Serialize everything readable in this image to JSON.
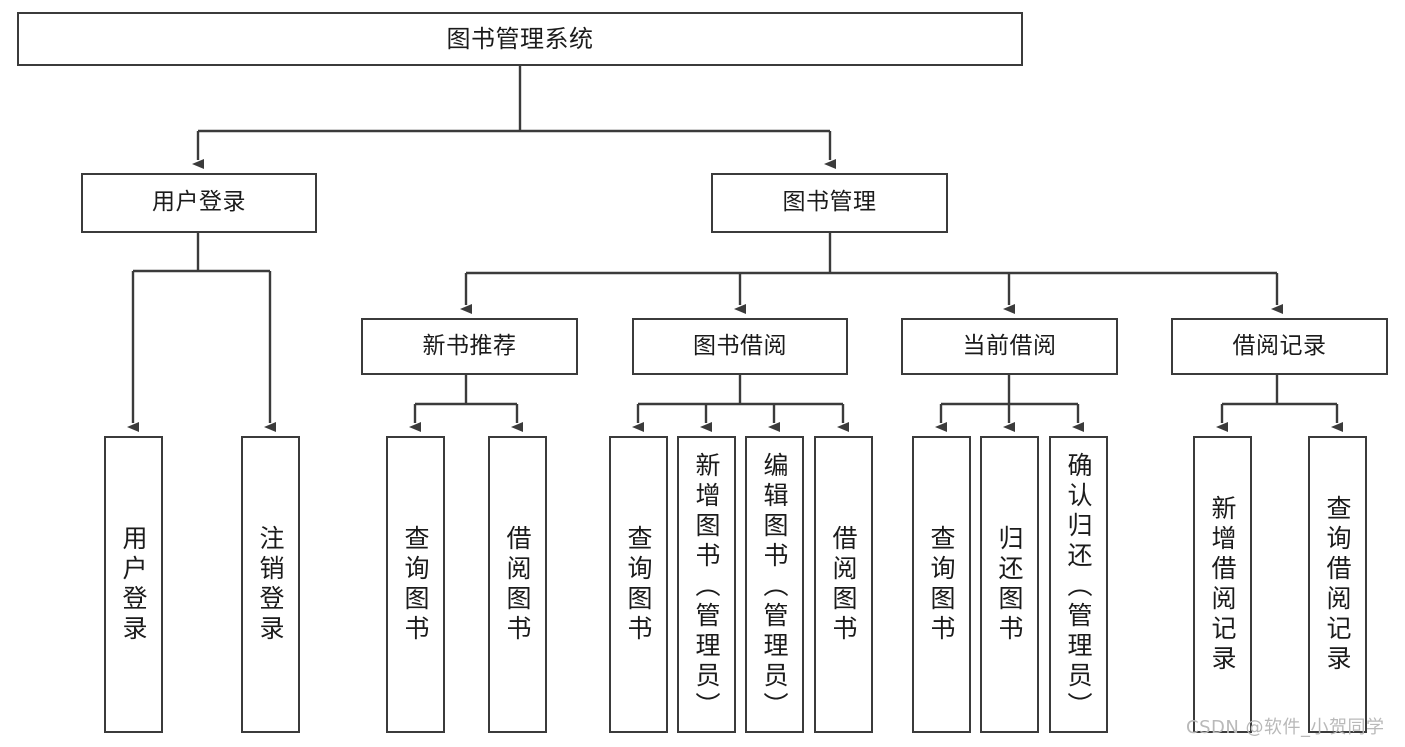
{
  "diagram": {
    "type": "tree-hierarchy",
    "title": "图书管理系统",
    "watermark": "CSDN @软件_小贺同学",
    "colors": {
      "box_border": "#3b3b3b",
      "box_fill": "#ffffff",
      "edge": "#3b3b3b",
      "text": "#1b1b1b",
      "watermark": "#b9b9b9",
      "background": "#ffffff"
    },
    "root": {
      "id": "root",
      "label": "图书管理系统",
      "orientation": "horizontal"
    },
    "level2": [
      {
        "id": "user-login",
        "label": "用户登录",
        "orientation": "horizontal"
      },
      {
        "id": "book-manage",
        "label": "图书管理",
        "orientation": "horizontal"
      }
    ],
    "level3": [
      {
        "id": "new-book-rec",
        "label": "新书推荐",
        "orientation": "horizontal",
        "parent": "book-manage"
      },
      {
        "id": "book-borrow",
        "label": "图书借阅",
        "orientation": "horizontal",
        "parent": "book-manage"
      },
      {
        "id": "current-borrow",
        "label": "当前借阅",
        "orientation": "horizontal",
        "parent": "book-manage"
      },
      {
        "id": "borrow-record",
        "label": "借阅记录",
        "orientation": "horizontal",
        "parent": "book-manage"
      }
    ],
    "leaves": [
      {
        "id": "leaf-user-login",
        "label": "用户登录",
        "parent": "user-login",
        "orientation": "vertical"
      },
      {
        "id": "leaf-user-logout",
        "label": "注销登录",
        "parent": "user-login",
        "orientation": "vertical"
      },
      {
        "id": "leaf-rec-query",
        "label": "查询图书",
        "parent": "new-book-rec",
        "orientation": "vertical"
      },
      {
        "id": "leaf-rec-borrow",
        "label": "借阅图书",
        "parent": "new-book-rec",
        "orientation": "vertical"
      },
      {
        "id": "leaf-borrow-query",
        "label": "查询图书",
        "parent": "book-borrow",
        "orientation": "vertical"
      },
      {
        "id": "leaf-borrow-add",
        "label": "新增图书（管理员）",
        "parent": "book-borrow",
        "orientation": "vertical"
      },
      {
        "id": "leaf-borrow-edit",
        "label": "编辑图书（管理员）",
        "parent": "book-borrow",
        "orientation": "vertical"
      },
      {
        "id": "leaf-borrow-lend",
        "label": "借阅图书",
        "parent": "book-borrow",
        "orientation": "vertical"
      },
      {
        "id": "leaf-current-query",
        "label": "查询图书",
        "parent": "current-borrow",
        "orientation": "vertical"
      },
      {
        "id": "leaf-current-return",
        "label": "归还图书",
        "parent": "current-borrow",
        "orientation": "vertical"
      },
      {
        "id": "leaf-current-confirm",
        "label": "确认归还（管理员）",
        "parent": "current-borrow",
        "orientation": "vertical"
      },
      {
        "id": "leaf-record-add",
        "label": "新增借阅记录",
        "parent": "borrow-record",
        "orientation": "vertical"
      },
      {
        "id": "leaf-record-query",
        "label": "查询借阅记录",
        "parent": "borrow-record",
        "orientation": "vertical"
      }
    ]
  }
}
